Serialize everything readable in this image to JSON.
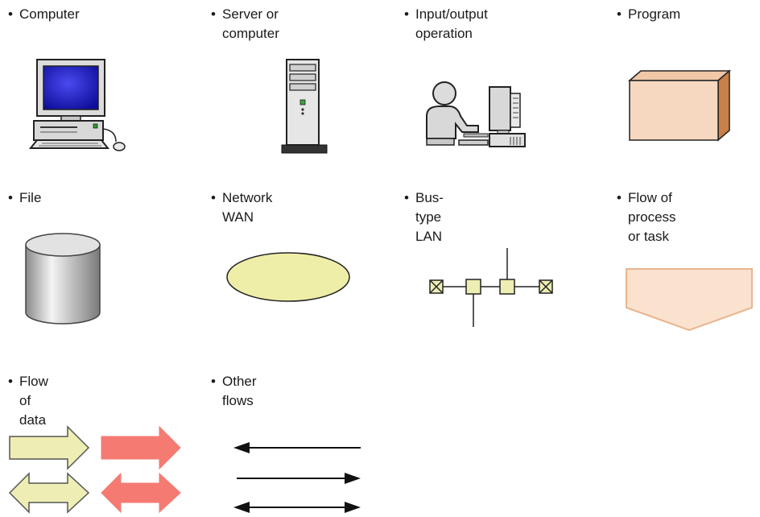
{
  "legend": {
    "computer": {
      "label": "Computer",
      "icon": "desktop-computer-icon"
    },
    "server": {
      "label": "Server or computer",
      "icon": "server-tower-icon"
    },
    "io_operation": {
      "label": "Input/output\noperation",
      "icon": "person-at-computer-icon"
    },
    "program": {
      "label": "Program",
      "icon": "program-box-icon"
    },
    "file": {
      "label": "File",
      "icon": "database-cylinder-icon"
    },
    "network_wan": {
      "label": "Network WAN",
      "icon": "ellipse-icon"
    },
    "bus_lan": {
      "label": "Bus-type LAN",
      "icon": "bus-network-icon"
    },
    "process_flow": {
      "label": "Flow of process\nor task",
      "icon": "pentagon-arrow-icon"
    },
    "data_flow": {
      "label": "Flow of data",
      "icon": "block-arrows-icon"
    },
    "other_flows": {
      "label": "Other flows",
      "icon": "line-arrows-icon"
    }
  },
  "colors": {
    "cream": "#eeeeb4",
    "salmon": "#f47a72",
    "program_face": "#f6d7c0",
    "program_side": "#c97f48",
    "process_fill": "#fbe2cf",
    "process_stroke": "#e8b48e",
    "wan_fill": "#eeeea8",
    "screen_blue": "#1c1cc4"
  }
}
